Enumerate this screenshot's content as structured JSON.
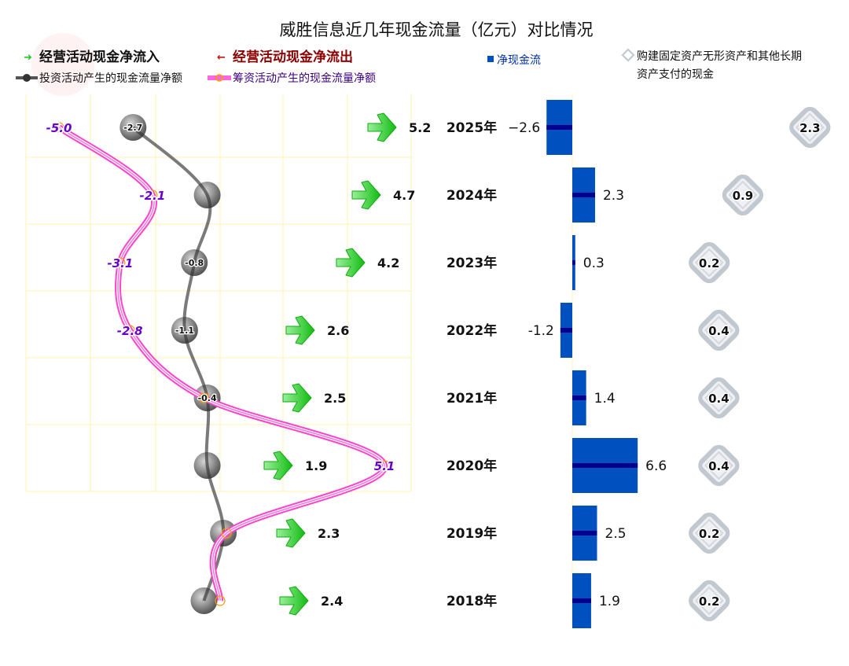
{
  "chart_data": {
    "type": "combo",
    "title": "威胜信息近几年现金流量（亿元）对比情况",
    "categories": [
      "2025年",
      "2024年",
      "2023年",
      "2022年",
      "2021年",
      "2020年",
      "2019年",
      "2018年"
    ],
    "legend": {
      "operating_in": "经营活动现金净流入",
      "operating_out": "经营活动现金净流出",
      "investing": "投资活动产生的现金流量净额",
      "financing": "筹资活动产生的现金流量净额",
      "net": "净现金流",
      "capex_line1": "购建固定资产无形资产和其他长期",
      "capex_line2": "资产支付的现金"
    },
    "series": [
      {
        "name": "经营活动现金净流入",
        "values": [
          5.2,
          4.7,
          4.2,
          2.6,
          2.5,
          1.9,
          2.3,
          2.4
        ],
        "labels": [
          "5.2",
          "4.7",
          "4.2",
          "2.6",
          "2.5",
          "1.9",
          "2.3",
          "2.4"
        ]
      },
      {
        "name": "投资活动产生的现金流量净额",
        "values": [
          -2.7,
          -0.4,
          -0.8,
          -1.1,
          -0.4,
          -0.4,
          0.1,
          -0.5
        ],
        "labels": [
          "-2.7",
          "",
          "-0.8",
          "-1.1",
          "-0.4",
          "",
          "",
          ""
        ]
      },
      {
        "name": "筹资活动产生的现金流量净额",
        "values": [
          -5.0,
          -2.1,
          -3.1,
          -2.8,
          -0.5,
          5.1,
          0.2,
          0.0
        ],
        "labels": [
          "-5.0",
          "-2.1",
          "-3.1",
          "-2.8",
          "",
          "5.1",
          "",
          ""
        ]
      },
      {
        "name": "净现金流",
        "values": [
          -2.6,
          2.3,
          0.3,
          -1.2,
          1.4,
          6.6,
          2.5,
          1.9
        ],
        "labels": [
          "−2.6",
          "2.3",
          "0.3",
          "-1.2",
          "1.4",
          "6.6",
          "2.5",
          "1.9"
        ]
      },
      {
        "name": "购建固定资产无形资产和其他长期资产支付的现金",
        "values": [
          2.3,
          0.9,
          0.2,
          0.4,
          0.4,
          0.4,
          0.2,
          0.2
        ],
        "labels": [
          "2.3",
          "0.9",
          "0.2",
          "0.4",
          "0.4",
          "0.4",
          "0.2",
          "0.2"
        ]
      }
    ],
    "colors": {
      "operating": "#22cc22",
      "operating_out": "#8b0000",
      "investing": "#555555",
      "financing": "#ff44cc",
      "financing_label": "#6600cc",
      "net": "#0050c0",
      "net_mid": "#000090",
      "capex": "#b8bec8",
      "grid": "#fff3b0"
    }
  }
}
